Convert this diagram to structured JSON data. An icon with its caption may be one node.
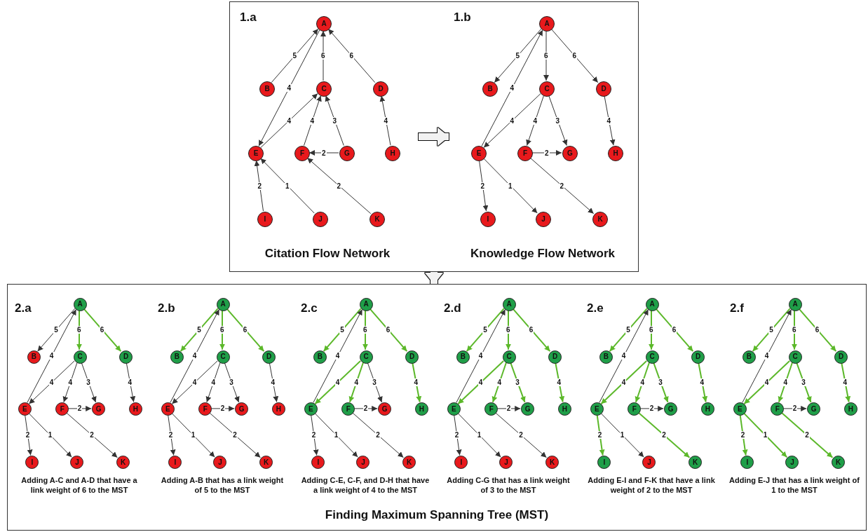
{
  "diagram": {
    "nodes": [
      {
        "text": [],
        "shape": "box"
      },
      {
        "text": [
          "1.a",
          "Citation Flow Network"
        ],
        "in": 0
      },
      {
        "text": [
          "A"
        ],
        "in": 1
      },
      {
        "text": [
          "B"
        ],
        "in": 1
      },
      {
        "text": [
          "C"
        ],
        "in": 1
      },
      {
        "text": [
          "D"
        ],
        "in": 1
      },
      {
        "text": [
          "E"
        ],
        "in": 1
      },
      {
        "text": [
          "F"
        ],
        "in": 1
      },
      {
        "text": [
          "G"
        ],
        "in": 1
      },
      {
        "text": [
          "H"
        ],
        "in": 1
      },
      {
        "text": [
          "I"
        ],
        "in": 1
      },
      {
        "text": [
          "J"
        ],
        "in": 1
      },
      {
        "text": [
          "K"
        ],
        "in": 1
      },
      {
        "text": [
          "1.b",
          "Knowledge Flow Network"
        ],
        "in": 0
      },
      {
        "text": [
          "A"
        ],
        "in": 13
      },
      {
        "text": [
          "B"
        ],
        "in": 13
      },
      {
        "text": [
          "C"
        ],
        "in": 13
      },
      {
        "text": [
          "D"
        ],
        "in": 13
      },
      {
        "text": [
          "E"
        ],
        "in": 13
      },
      {
        "text": [
          "F"
        ],
        "in": 13
      },
      {
        "text": [
          "G"
        ],
        "in": 13
      },
      {
        "text": [
          "H"
        ],
        "in": 13
      },
      {
        "text": [
          "I"
        ],
        "in": 13
      },
      {
        "text": [
          "J"
        ],
        "in": 13
      },
      {
        "text": [
          "K"
        ],
        "in": 13
      },
      {
        "text": [
          "Finding Maximum Spanning Tree (MST)"
        ]
      },
      {
        "text": [
          "2.a",
          "Adding A-C and A-D that have a link weight of 6 to the MST"
        ],
        "in": 25
      },
      {
        "text": [
          "A"
        ],
        "in": 26
      },
      {
        "text": [
          "B"
        ],
        "in": 26
      },
      {
        "text": [
          "C"
        ],
        "in": 26
      },
      {
        "text": [
          "D"
        ],
        "in": 26
      },
      {
        "text": [
          "E"
        ],
        "in": 26
      },
      {
        "text": [
          "F"
        ],
        "in": 26
      },
      {
        "text": [
          "G"
        ],
        "in": 26
      },
      {
        "text": [
          "H"
        ],
        "in": 26
      },
      {
        "text": [
          "I"
        ],
        "in": 26
      },
      {
        "text": [
          "J"
        ],
        "in": 26
      },
      {
        "text": [
          "K"
        ],
        "in": 26
      },
      {
        "text": [
          "2.b",
          "Adding A-B that has a link weight of 5 to the MST"
        ],
        "in": 25
      },
      {
        "text": [
          "A"
        ],
        "in": 38
      },
      {
        "text": [
          "B"
        ],
        "in": 38
      },
      {
        "text": [
          "C"
        ],
        "in": 38
      },
      {
        "text": [
          "D"
        ],
        "in": 38
      },
      {
        "text": [
          "E"
        ],
        "in": 38
      },
      {
        "text": [
          "F"
        ],
        "in": 38
      },
      {
        "text": [
          "G"
        ],
        "in": 38
      },
      {
        "text": [
          "H"
        ],
        "in": 38
      },
      {
        "text": [
          "I"
        ],
        "in": 38
      },
      {
        "text": [
          "J"
        ],
        "in": 38
      },
      {
        "text": [
          "K"
        ],
        "in": 38
      },
      {
        "text": [
          "2.c",
          "Adding C-E, C-F, and D-H that have a link weight of 4 to the MST"
        ],
        "in": 25
      },
      {
        "text": [
          "A"
        ],
        "in": 50
      },
      {
        "text": [
          "B"
        ],
        "in": 50
      },
      {
        "text": [
          "C"
        ],
        "in": 50
      },
      {
        "text": [
          "D"
        ],
        "in": 50
      },
      {
        "text": [
          "E"
        ],
        "in": 50
      },
      {
        "text": [
          "F"
        ],
        "in": 50
      },
      {
        "text": [
          "G"
        ],
        "in": 50
      },
      {
        "text": [
          "H"
        ],
        "in": 50
      },
      {
        "text": [
          "I"
        ],
        "in": 50
      },
      {
        "text": [
          "J"
        ],
        "in": 50
      },
      {
        "text": [
          "K"
        ],
        "in": 50
      },
      {
        "text": [
          "2.d",
          "Adding C-G that has a link weight of 3 to the MST"
        ],
        "in": 25
      },
      {
        "text": [
          "A"
        ],
        "in": 62
      },
      {
        "text": [
          "B"
        ],
        "in": 62
      },
      {
        "text": [
          "C"
        ],
        "in": 62
      },
      {
        "text": [
          "D"
        ],
        "in": 62
      },
      {
        "text": [
          "E"
        ],
        "in": 62
      },
      {
        "text": [
          "F"
        ],
        "in": 62
      },
      {
        "text": [
          "G"
        ],
        "in": 62
      },
      {
        "text": [
          "H"
        ],
        "in": 62
      },
      {
        "text": [
          "I"
        ],
        "in": 62
      },
      {
        "text": [
          "J"
        ],
        "in": 62
      },
      {
        "text": [
          "K"
        ],
        "in": 62
      },
      {
        "text": [
          "2.e",
          "Adding E-I and F-K that have a link weight of 2 to the MST"
        ],
        "in": 25
      },
      {
        "text": [
          "A"
        ],
        "in": 74
      },
      {
        "text": [
          "B"
        ],
        "in": 74
      },
      {
        "text": [
          "C"
        ],
        "in": 74
      },
      {
        "text": [
          "D"
        ],
        "in": 74
      },
      {
        "text": [
          "E"
        ],
        "in": 74
      },
      {
        "text": [
          "F"
        ],
        "in": 74
      },
      {
        "text": [
          "G"
        ],
        "in": 74
      },
      {
        "text": [
          "H"
        ],
        "in": 74
      },
      {
        "text": [
          "I"
        ],
        "in": 74
      },
      {
        "text": [
          "J"
        ],
        "in": 74
      },
      {
        "text": [
          "K"
        ],
        "in": 74
      },
      {
        "text": [
          "2.f",
          "Adding E-J that has a link weight of 1 to the MST"
        ],
        "in": 25
      },
      {
        "text": [
          "A"
        ],
        "in": 86
      },
      {
        "text": [
          "B"
        ],
        "in": 86
      },
      {
        "text": [
          "C"
        ],
        "in": 86
      },
      {
        "text": [
          "D"
        ],
        "in": 86
      },
      {
        "text": [
          "E"
        ],
        "in": 86
      },
      {
        "text": [
          "F"
        ],
        "in": 86
      },
      {
        "text": [
          "G"
        ],
        "in": 86
      },
      {
        "text": [
          "H"
        ],
        "in": 86
      },
      {
        "text": [
          "I"
        ],
        "in": 86
      },
      {
        "text": [
          "J"
        ],
        "in": 86
      },
      {
        "text": [
          "K"
        ],
        "in": 86
      }
    ],
    "edges": [
      {
        "from": 3,
        "to": 2,
        "arrow": "to",
        "label": "5"
      },
      {
        "from": 2,
        "to": 6,
        "arrow": "to",
        "label": "4"
      },
      {
        "from": 4,
        "to": 2,
        "arrow": "to",
        "label": "6"
      },
      {
        "from": 5,
        "to": 2,
        "arrow": "to",
        "label": "6"
      },
      {
        "from": 6,
        "to": 4,
        "arrow": "to",
        "label": "4"
      },
      {
        "from": 7,
        "to": 4,
        "arrow": "to",
        "label": "4"
      },
      {
        "from": 8,
        "to": 4,
        "arrow": "to",
        "label": "3"
      },
      {
        "from": 9,
        "to": 5,
        "arrow": "to",
        "label": "4"
      },
      {
        "from": 8,
        "to": 7,
        "arrow": "to",
        "label": "2"
      },
      {
        "from": 10,
        "to": 6,
        "arrow": "to",
        "label": "2"
      },
      {
        "from": 11,
        "to": 6,
        "arrow": "to",
        "label": "1"
      },
      {
        "from": 12,
        "to": 7,
        "arrow": "to",
        "label": "2"
      },
      {
        "from": 1,
        "to": 13,
        "arrow": "to",
        "style": "thick",
        "color": "#f2f2f2"
      },
      {
        "from": 14,
        "to": 15,
        "arrow": "to",
        "label": "5"
      },
      {
        "from": 18,
        "to": 14,
        "arrow": "to",
        "label": "4"
      },
      {
        "from": 14,
        "to": 16,
        "arrow": "to",
        "label": "6"
      },
      {
        "from": 14,
        "to": 17,
        "arrow": "to",
        "label": "6"
      },
      {
        "from": 16,
        "to": 18,
        "arrow": "to",
        "label": "4"
      },
      {
        "from": 16,
        "to": 19,
        "arrow": "to",
        "label": "4"
      },
      {
        "from": 16,
        "to": 20,
        "arrow": "to",
        "label": "3"
      },
      {
        "from": 17,
        "to": 21,
        "arrow": "to",
        "label": "4"
      },
      {
        "from": 19,
        "to": 20,
        "arrow": "to",
        "label": "2"
      },
      {
        "from": 18,
        "to": 22,
        "arrow": "to",
        "label": "2"
      },
      {
        "from": 18,
        "to": 23,
        "arrow": "to",
        "label": "1"
      },
      {
        "from": 19,
        "to": 24,
        "arrow": "to",
        "label": "2"
      },
      {
        "from": 0,
        "to": 25,
        "arrow": "to",
        "style": "thick",
        "color": "#f2f2f2"
      },
      {
        "from": 27,
        "to": 28,
        "arrow": "to",
        "label": "5"
      },
      {
        "from": 31,
        "to": 27,
        "arrow": "to",
        "label": "4"
      },
      {
        "from": 27,
        "to": 29,
        "arrow": "to",
        "label": "6",
        "color": "#5cb82a"
      },
      {
        "from": 27,
        "to": 30,
        "arrow": "to",
        "label": "6",
        "color": "#5cb82a"
      },
      {
        "from": 29,
        "to": 31,
        "arrow": "to",
        "label": "4"
      },
      {
        "from": 29,
        "to": 32,
        "arrow": "to",
        "label": "4"
      },
      {
        "from": 29,
        "to": 33,
        "arrow": "to",
        "label": "3"
      },
      {
        "from": 30,
        "to": 34,
        "arrow": "to",
        "label": "4"
      },
      {
        "from": 32,
        "to": 33,
        "arrow": "to",
        "label": "2"
      },
      {
        "from": 31,
        "to": 35,
        "arrow": "to",
        "label": "2"
      },
      {
        "from": 31,
        "to": 36,
        "arrow": "to",
        "label": "1"
      },
      {
        "from": 32,
        "to": 37,
        "arrow": "to",
        "label": "2"
      },
      {
        "from": 39,
        "to": 40,
        "arrow": "to",
        "label": "5",
        "color": "#5cb82a"
      },
      {
        "from": 43,
        "to": 39,
        "arrow": "to",
        "label": "4"
      },
      {
        "from": 39,
        "to": 41,
        "arrow": "to",
        "label": "6",
        "color": "#5cb82a"
      },
      {
        "from": 39,
        "to": 42,
        "arrow": "to",
        "label": "6",
        "color": "#5cb82a"
      },
      {
        "from": 41,
        "to": 43,
        "arrow": "to",
        "label": "4"
      },
      {
        "from": 41,
        "to": 44,
        "arrow": "to",
        "label": "4"
      },
      {
        "from": 41,
        "to": 45,
        "arrow": "to",
        "label": "3"
      },
      {
        "from": 42,
        "to": 46,
        "arrow": "to",
        "label": "4"
      },
      {
        "from": 44,
        "to": 45,
        "arrow": "to",
        "label": "2"
      },
      {
        "from": 43,
        "to": 47,
        "arrow": "to",
        "label": "2"
      },
      {
        "from": 43,
        "to": 48,
        "arrow": "to",
        "label": "1"
      },
      {
        "from": 44,
        "to": 49,
        "arrow": "to",
        "label": "2"
      },
      {
        "from": 51,
        "to": 52,
        "arrow": "to",
        "label": "5",
        "color": "#5cb82a"
      },
      {
        "from": 55,
        "to": 51,
        "arrow": "to",
        "label": "4"
      },
      {
        "from": 51,
        "to": 53,
        "arrow": "to",
        "label": "6",
        "color": "#5cb82a"
      },
      {
        "from": 51,
        "to": 54,
        "arrow": "to",
        "label": "6",
        "color": "#5cb82a"
      },
      {
        "from": 53,
        "to": 55,
        "arrow": "to",
        "label": "4",
        "color": "#5cb82a"
      },
      {
        "from": 53,
        "to": 56,
        "arrow": "to",
        "label": "4",
        "color": "#5cb82a"
      },
      {
        "from": 53,
        "to": 57,
        "arrow": "to",
        "label": "3"
      },
      {
        "from": 54,
        "to": 58,
        "arrow": "to",
        "label": "4",
        "color": "#5cb82a"
      },
      {
        "from": 56,
        "to": 57,
        "arrow": "to",
        "label": "2"
      },
      {
        "from": 55,
        "to": 59,
        "arrow": "to",
        "label": "2"
      },
      {
        "from": 55,
        "to": 60,
        "arrow": "to",
        "label": "1"
      },
      {
        "from": 56,
        "to": 61,
        "arrow": "to",
        "label": "2"
      },
      {
        "from": 63,
        "to": 64,
        "arrow": "to",
        "label": "5",
        "color": "#5cb82a"
      },
      {
        "from": 67,
        "to": 63,
        "arrow": "to",
        "label": "4"
      },
      {
        "from": 63,
        "to": 65,
        "arrow": "to",
        "label": "6",
        "color": "#5cb82a"
      },
      {
        "from": 63,
        "to": 66,
        "arrow": "to",
        "label": "6",
        "color": "#5cb82a"
      },
      {
        "from": 65,
        "to": 67,
        "arrow": "to",
        "label": "4",
        "color": "#5cb82a"
      },
      {
        "from": 65,
        "to": 68,
        "arrow": "to",
        "label": "4",
        "color": "#5cb82a"
      },
      {
        "from": 65,
        "to": 69,
        "arrow": "to",
        "label": "3",
        "color": "#5cb82a"
      },
      {
        "from": 66,
        "to": 70,
        "arrow": "to",
        "label": "4",
        "color": "#5cb82a"
      },
      {
        "from": 68,
        "to": 69,
        "arrow": "to",
        "label": "2"
      },
      {
        "from": 67,
        "to": 71,
        "arrow": "to",
        "label": "2"
      },
      {
        "from": 67,
        "to": 72,
        "arrow": "to",
        "label": "1"
      },
      {
        "from": 68,
        "to": 73,
        "arrow": "to",
        "label": "2"
      },
      {
        "from": 75,
        "to": 76,
        "arrow": "to",
        "label": "5",
        "color": "#5cb82a"
      },
      {
        "from": 79,
        "to": 75,
        "arrow": "to",
        "label": "4"
      },
      {
        "from": 75,
        "to": 77,
        "arrow": "to",
        "label": "6",
        "color": "#5cb82a"
      },
      {
        "from": 75,
        "to": 78,
        "arrow": "to",
        "label": "6",
        "color": "#5cb82a"
      },
      {
        "from": 77,
        "to": 79,
        "arrow": "to",
        "label": "4",
        "color": "#5cb82a"
      },
      {
        "from": 77,
        "to": 80,
        "arrow": "to",
        "label": "4",
        "color": "#5cb82a"
      },
      {
        "from": 77,
        "to": 81,
        "arrow": "to",
        "label": "3",
        "color": "#5cb82a"
      },
      {
        "from": 78,
        "to": 82,
        "arrow": "to",
        "label": "4",
        "color": "#5cb82a"
      },
      {
        "from": 80,
        "to": 81,
        "arrow": "to",
        "label": "2"
      },
      {
        "from": 79,
        "to": 83,
        "arrow": "to",
        "label": "2",
        "color": "#5cb82a"
      },
      {
        "from": 79,
        "to": 84,
        "arrow": "to",
        "label": "1"
      },
      {
        "from": 80,
        "to": 85,
        "arrow": "to",
        "label": "2",
        "color": "#5cb82a"
      },
      {
        "from": 87,
        "to": 88,
        "arrow": "to",
        "label": "5",
        "color": "#5cb82a"
      },
      {
        "from": 91,
        "to": 87,
        "arrow": "to",
        "label": "4"
      },
      {
        "from": 87,
        "to": 89,
        "arrow": "to",
        "label": "6",
        "color": "#5cb82a"
      },
      {
        "from": 87,
        "to": 90,
        "arrow": "to",
        "label": "6",
        "color": "#5cb82a"
      },
      {
        "from": 89,
        "to": 91,
        "arrow": "to",
        "label": "4",
        "color": "#5cb82a"
      },
      {
        "from": 89,
        "to": 92,
        "arrow": "to",
        "label": "4",
        "color": "#5cb82a"
      },
      {
        "from": 89,
        "to": 93,
        "arrow": "to",
        "label": "3",
        "color": "#5cb82a"
      },
      {
        "from": 90,
        "to": 94,
        "arrow": "to",
        "label": "4",
        "color": "#5cb82a"
      },
      {
        "from": 92,
        "to": 93,
        "arrow": "to",
        "label": "2"
      },
      {
        "from": 91,
        "to": 95,
        "arrow": "to",
        "label": "2",
        "color": "#5cb82a"
      },
      {
        "from": 91,
        "to": 96,
        "arrow": "to",
        "label": "1",
        "color": "#5cb82a"
      },
      {
        "from": 92,
        "to": 97,
        "arrow": "to",
        "label": "2",
        "color": "#5cb82a"
      }
    ]
  }
}
